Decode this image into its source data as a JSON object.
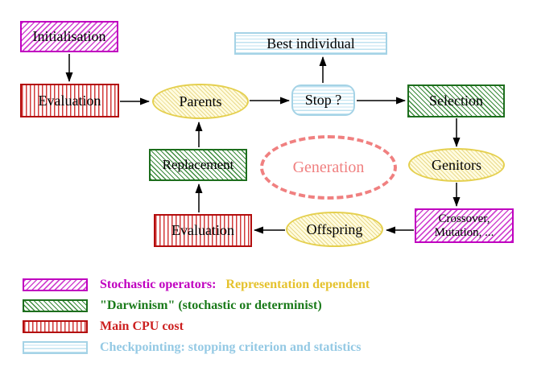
{
  "nodes": {
    "initialisation": {
      "label": "Initialisation"
    },
    "evaluation_top": {
      "label": "Evaluation"
    },
    "best_individual": {
      "label": "Best individual"
    },
    "parents": {
      "label": "Parents"
    },
    "stop": {
      "label": "Stop ?"
    },
    "selection": {
      "label": "Selection"
    },
    "replacement": {
      "label": "Replacement"
    },
    "generation": {
      "label": "Generation"
    },
    "genitors": {
      "label": "Genitors"
    },
    "evaluation_bottom": {
      "label": "Evaluation"
    },
    "offspring": {
      "label": "Offspring"
    },
    "crossover": {
      "line1": "Crossover,",
      "line2": "Mutation, ..."
    }
  },
  "legend": {
    "rows": [
      {
        "style": "stochastic-operators",
        "text": "Stochastic operators:",
        "text2": "Representation dependent"
      },
      {
        "style": "darwinism",
        "text": "\"Darwinism\" (stochastic or determinist)"
      },
      {
        "style": "main-cpu-cost",
        "text": "Main CPU cost"
      },
      {
        "style": "checkpointing",
        "text": "Checkpointing: stopping criterion and statistics"
      }
    ]
  },
  "colors": {
    "magenta": "#c000c0",
    "red": "#b30d0d",
    "green": "#1d6e1d",
    "cyan_border": "#a5d3e6",
    "yellow_border": "#e5d04f",
    "yellow_fill": "#fffce0",
    "salmon": "#f08080",
    "legend_gold": "#e5c22d",
    "legend_blue": "#94c9e4",
    "arrow": "#000000",
    "background": "#ffffff"
  }
}
